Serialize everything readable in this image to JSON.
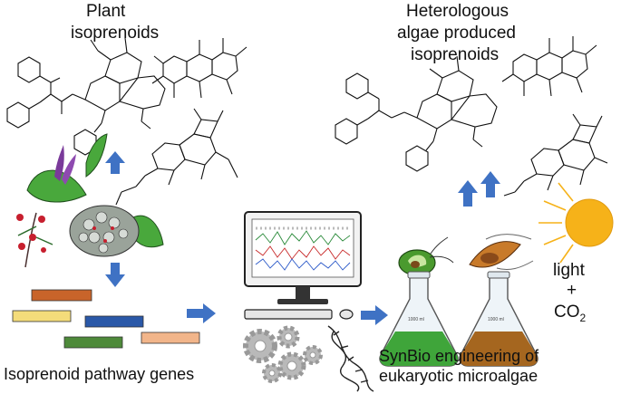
{
  "labels": {
    "plant_title_1": "Plant",
    "plant_title_2": "isoprenoids",
    "algae_title_1": "Heterologous",
    "algae_title_2": "algae produced",
    "algae_title_3": "isoprenoids",
    "genes_caption": "Isoprenoid pathway genes",
    "synbio_caption_1": "SynBio engineering of",
    "synbio_caption_2": "eukaryotic microalgae",
    "light": "light",
    "plus": "+",
    "co2": "CO",
    "co2_sub": "2",
    "flask_label": "1000 ml"
  },
  "icons": [
    "taxol-molecule-icon",
    "forskolin-molecule-icon",
    "ingenol-molecule-icon",
    "plant-icon",
    "computer-icon",
    "gears-icon",
    "dna-helix-icon",
    "flask-icon",
    "microalgae-icon",
    "sun-icon"
  ],
  "colors": {
    "arrow": "#3f72c4",
    "gene_orange": "#c8642a",
    "gene_yellow": "#f4dc7a",
    "gene_blue": "#2a58a8",
    "gene_green": "#4e8a3a",
    "gene_peach": "#f2b58a",
    "flask_green": "#3fa53a",
    "flask_brown": "#a5661f",
    "sun": "#f6b219"
  }
}
